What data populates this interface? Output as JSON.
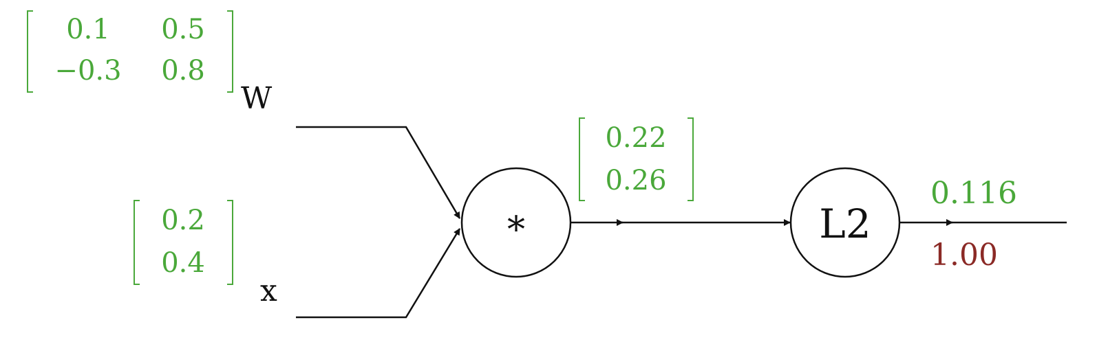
{
  "inputs": {
    "w_label": "W",
    "w_matrix": {
      "r1c1": "0.1",
      "r1c2": "0.5",
      "r2c1": "−0.3",
      "r2c2": "0.8"
    },
    "x_label": "x",
    "x_vector": {
      "r1": "0.2",
      "r2": "0.4"
    }
  },
  "multiply_node": {
    "symbol": "*",
    "output_vector": {
      "r1": "0.22",
      "r2": "0.26"
    }
  },
  "l2_node": {
    "symbol": "L2",
    "forward_value": "0.116",
    "gradient_value": "1.00"
  },
  "colors": {
    "forward": "#4aa83a",
    "gradient": "#8b2a26",
    "line": "#111111"
  }
}
